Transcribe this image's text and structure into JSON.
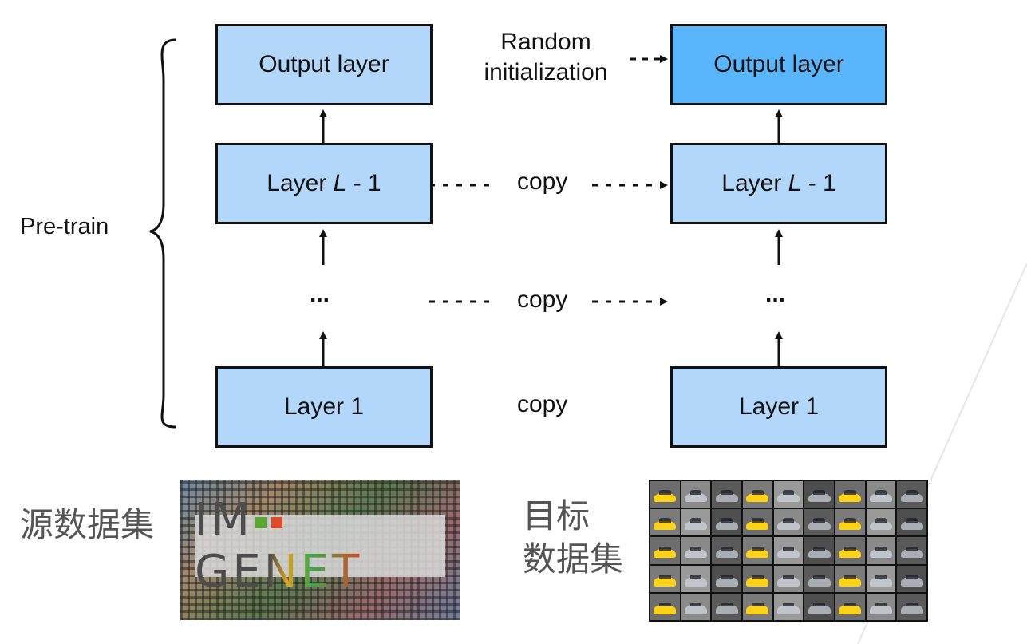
{
  "diagram": {
    "source_stack": {
      "output_label": "Output layer",
      "layer_l1_prefix": "Layer ",
      "layer_l1_var": "L",
      "layer_l1_suffix": " - 1",
      "ellipsis": "...",
      "layer1_label": "Layer 1"
    },
    "target_stack": {
      "output_label": "Output layer",
      "layer_l1_prefix": "Layer ",
      "layer_l1_var": "L",
      "layer_l1_suffix": " - 1",
      "ellipsis": "...",
      "layer1_label": "Layer 1"
    },
    "annotations": {
      "random_init_line1": "Random",
      "random_init_line2": "initialization",
      "copy_top": "copy",
      "copy_mid": "copy",
      "copy_bottom": "copy",
      "pretrain": "Pre-train"
    },
    "datasets": {
      "source_label": "源数据集",
      "target_label_line1": "目标",
      "target_label_line2": "数据集",
      "imagenet_text_1": "IM",
      "imagenet_text_2": "GENET"
    },
    "colors": {
      "box_fill": "#b3d7fb",
      "target_output_fill": "#5ab6fc",
      "stroke": "#111111"
    }
  }
}
